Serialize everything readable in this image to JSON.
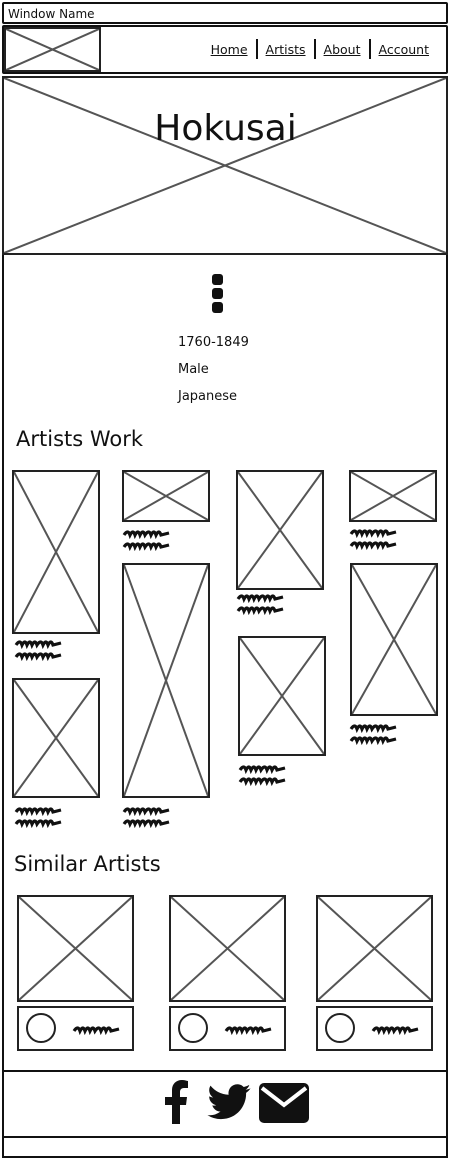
{
  "window": {
    "title": "Window Name"
  },
  "nav": {
    "links": [
      "Home",
      "Artists",
      "About",
      "Account"
    ]
  },
  "hero": {
    "title": "Hokusai"
  },
  "artist": {
    "years": "1760-1849",
    "gender": "Male",
    "nationality": "Japanese"
  },
  "sections": {
    "works_title": "Artists Work",
    "similar_title": "Similar Artists"
  },
  "footer": {
    "icons": [
      "facebook-icon",
      "twitter-icon",
      "email-icon"
    ]
  }
}
